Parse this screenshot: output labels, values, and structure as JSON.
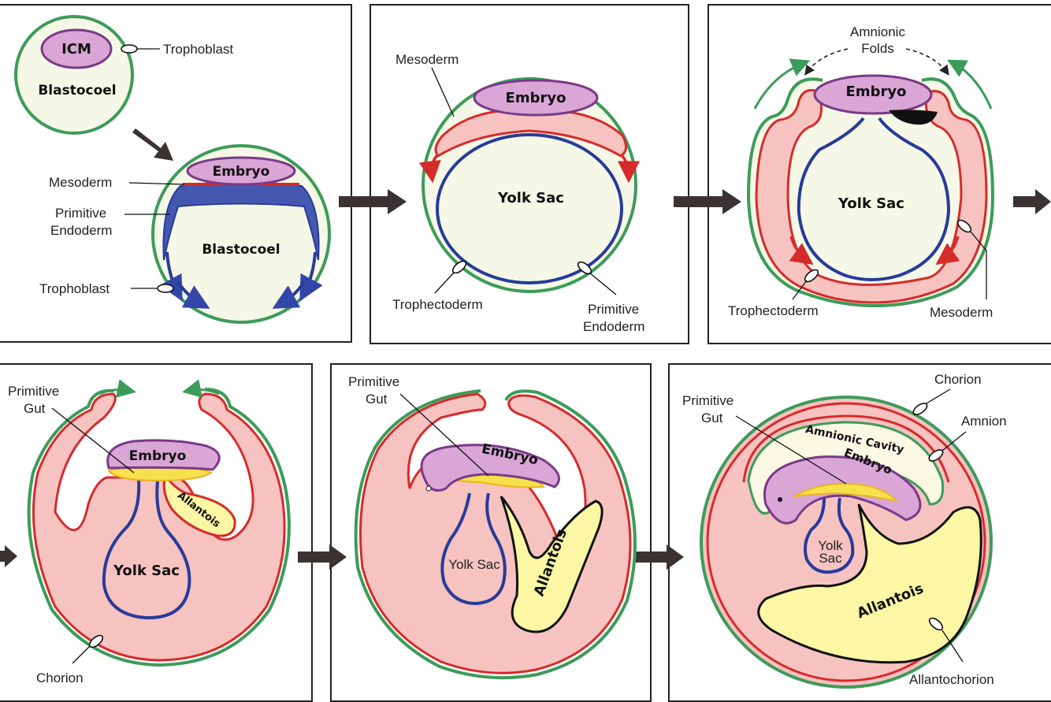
{
  "panels": {
    "p1": {
      "icm": "ICM",
      "trophoblast_top": "Trophoblast",
      "blastocoel_top": "Blastocoel",
      "embryo": "Embryo",
      "mesoderm": "Mesoderm",
      "primitive_line1": "Primitive",
      "primitive_line2": "Endoderm",
      "blastocoel": "Blastocoel",
      "trophoblast_bottom": "Trophoblast"
    },
    "p2": {
      "mesoderm": "Mesoderm",
      "embryo": "Embryo",
      "yolk_sac": "Yolk Sac",
      "trophectoderm": "Trophectoderm",
      "primitive_line1": "Primitive",
      "primitive_line2": "Endoderm"
    },
    "p3": {
      "amnionic_line1": "Amnionic",
      "amnionic_line2": "Folds",
      "embryo": "Embryo",
      "yolk_sac": "Yolk Sac",
      "trophectoderm": "Trophectoderm",
      "mesoderm": "Mesoderm"
    },
    "p4": {
      "gut_line1": "Primitive",
      "gut_line2": "Gut",
      "embryo": "Embryo",
      "allantois": "Allantois",
      "yolk_sac": "Yolk Sac",
      "chorion": "Chorion"
    },
    "p5": {
      "gut_line1": "Primitive",
      "gut_line2": "Gut",
      "embryo": "Embryo",
      "yolk_sac": "Yolk Sac",
      "allantois": "Allantois"
    },
    "p6": {
      "gut_line1": "Primitive",
      "gut_line2": "Gut",
      "chorion": "Chorion",
      "amnion": "Amnion",
      "amnionic_cavity": "Amnionic Cavity",
      "embryo": "Embryo",
      "yolk_line1": "Yolk",
      "yolk_line2": "Sac",
      "allantois": "Allantois",
      "allantochorion": "Allantochorion"
    }
  },
  "colors": {
    "ectoderm_green": "#3d9b5a",
    "mesoderm_red": "#d62b2b",
    "mesoderm_fill": "#f6c3c0",
    "endoderm_blue": "#283b9a",
    "embryo_purple": "#d9a6d6",
    "allantois_yellow": "#fbf7a4",
    "cavity_cream": "#fbf8e4"
  }
}
